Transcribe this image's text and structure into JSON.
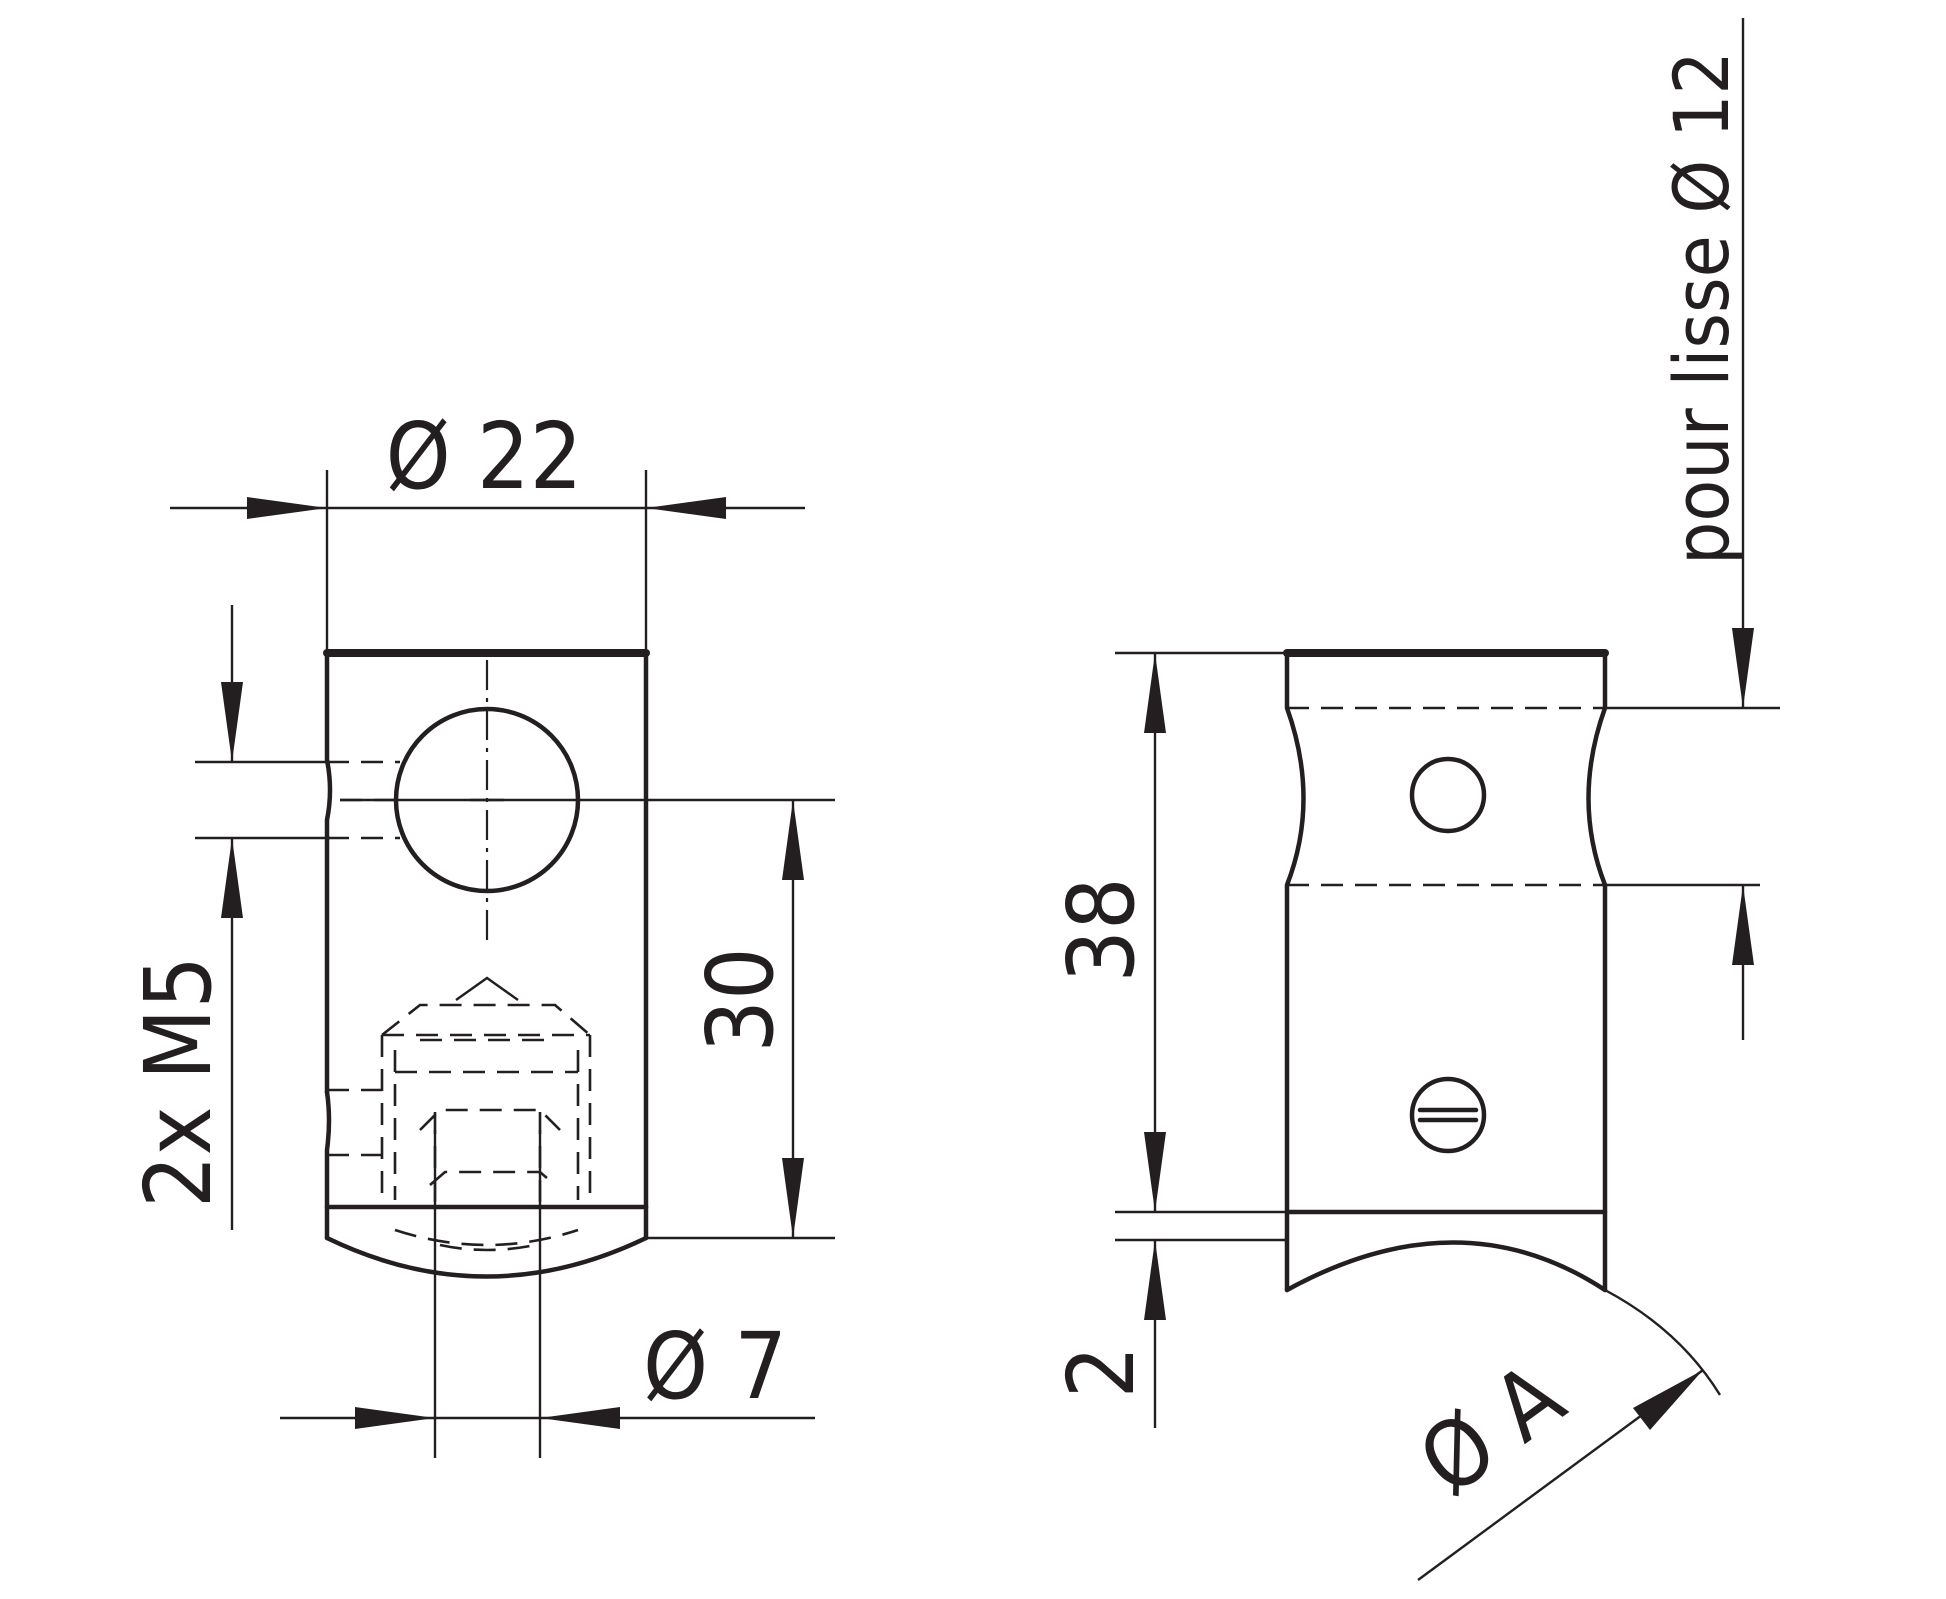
{
  "diagram": {
    "dimensions": {
      "outer_diameter": "Ø 22",
      "thread": "2x M5",
      "height_30": "30",
      "hole_diameter": "Ø 7",
      "height_38": "38",
      "saddle_thickness": "2",
      "saddle_diameter": "Ø A",
      "rail_note": "pour lisse Ø 12"
    },
    "colors": {
      "line": "#231f20",
      "background": "#ffffff"
    }
  }
}
